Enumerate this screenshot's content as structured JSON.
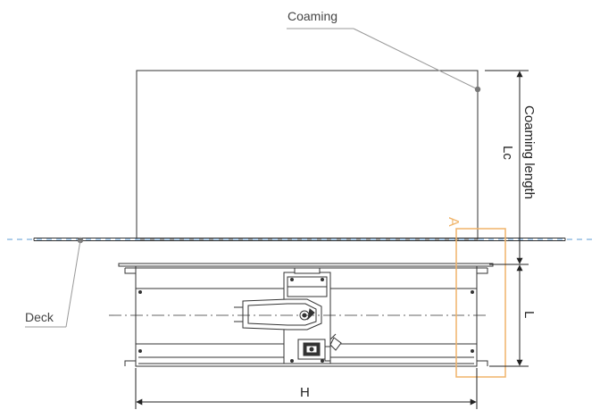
{
  "labels": {
    "coaming": "Coaming",
    "coaming_length": "Coaming length",
    "lc": "Lc",
    "deck": "Deck",
    "l": "L",
    "h": "H",
    "detail_a": "A"
  },
  "colors": {
    "line": "#333333",
    "leader": "#999999",
    "deck_dash": "#5b9bd5",
    "detail_box": "#f0b46a",
    "label_text": "#444444"
  }
}
